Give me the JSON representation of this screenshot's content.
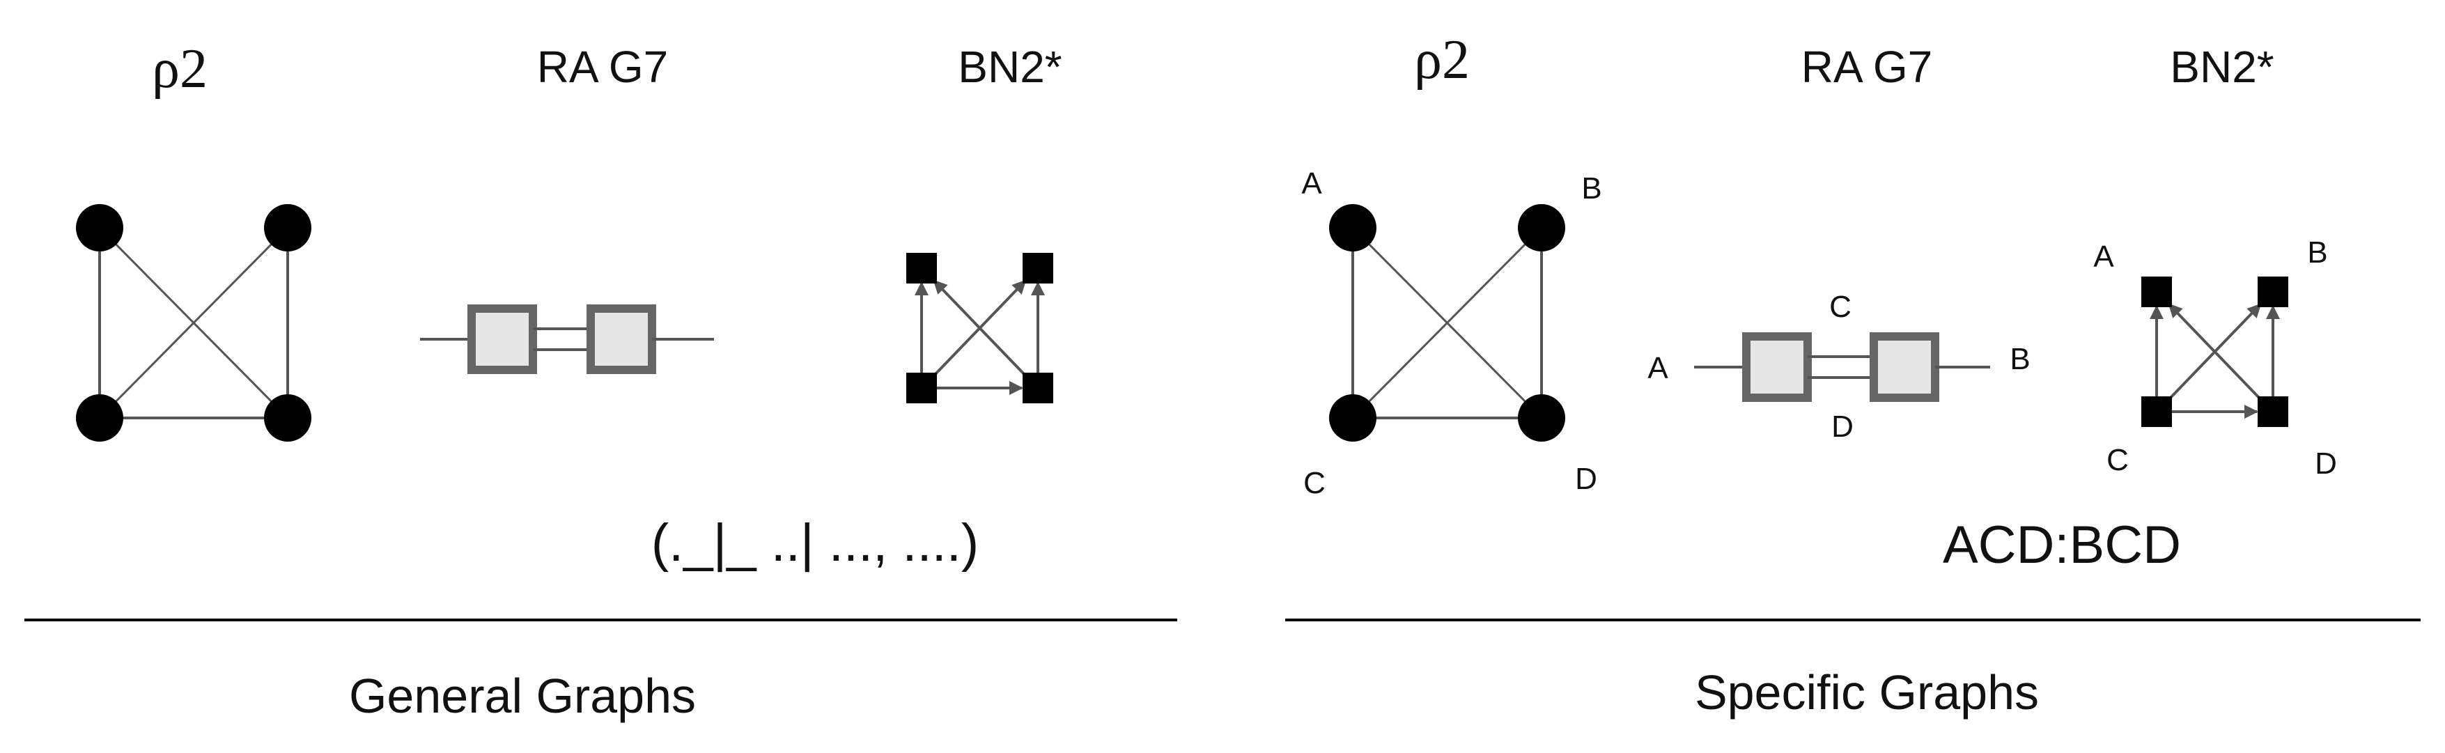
{
  "general": {
    "header_rho": "ρ2",
    "header_ra": "RA G7",
    "header_bn": "BN2*",
    "formula": "(._|_ ..| ..., ....)",
    "caption": "General Graphs"
  },
  "specific": {
    "header_rho": "ρ2",
    "header_ra": "RA G7",
    "header_bn": "BN2*",
    "rho_labels": {
      "a": "A",
      "b": "B",
      "c": "C",
      "d": "D"
    },
    "ra_labels": {
      "a": "A",
      "b": "B",
      "c": "C",
      "d": "D"
    },
    "bn_labels": {
      "a": "A",
      "b": "B",
      "c": "C",
      "d": "D"
    },
    "formula": "ACD:BCD",
    "caption": "Specific Graphs"
  },
  "colors": {
    "node": "#000000",
    "edge": "#555555",
    "box_stroke": "#666666",
    "box_fill": "#e6e6e6",
    "rule": "#000000"
  }
}
